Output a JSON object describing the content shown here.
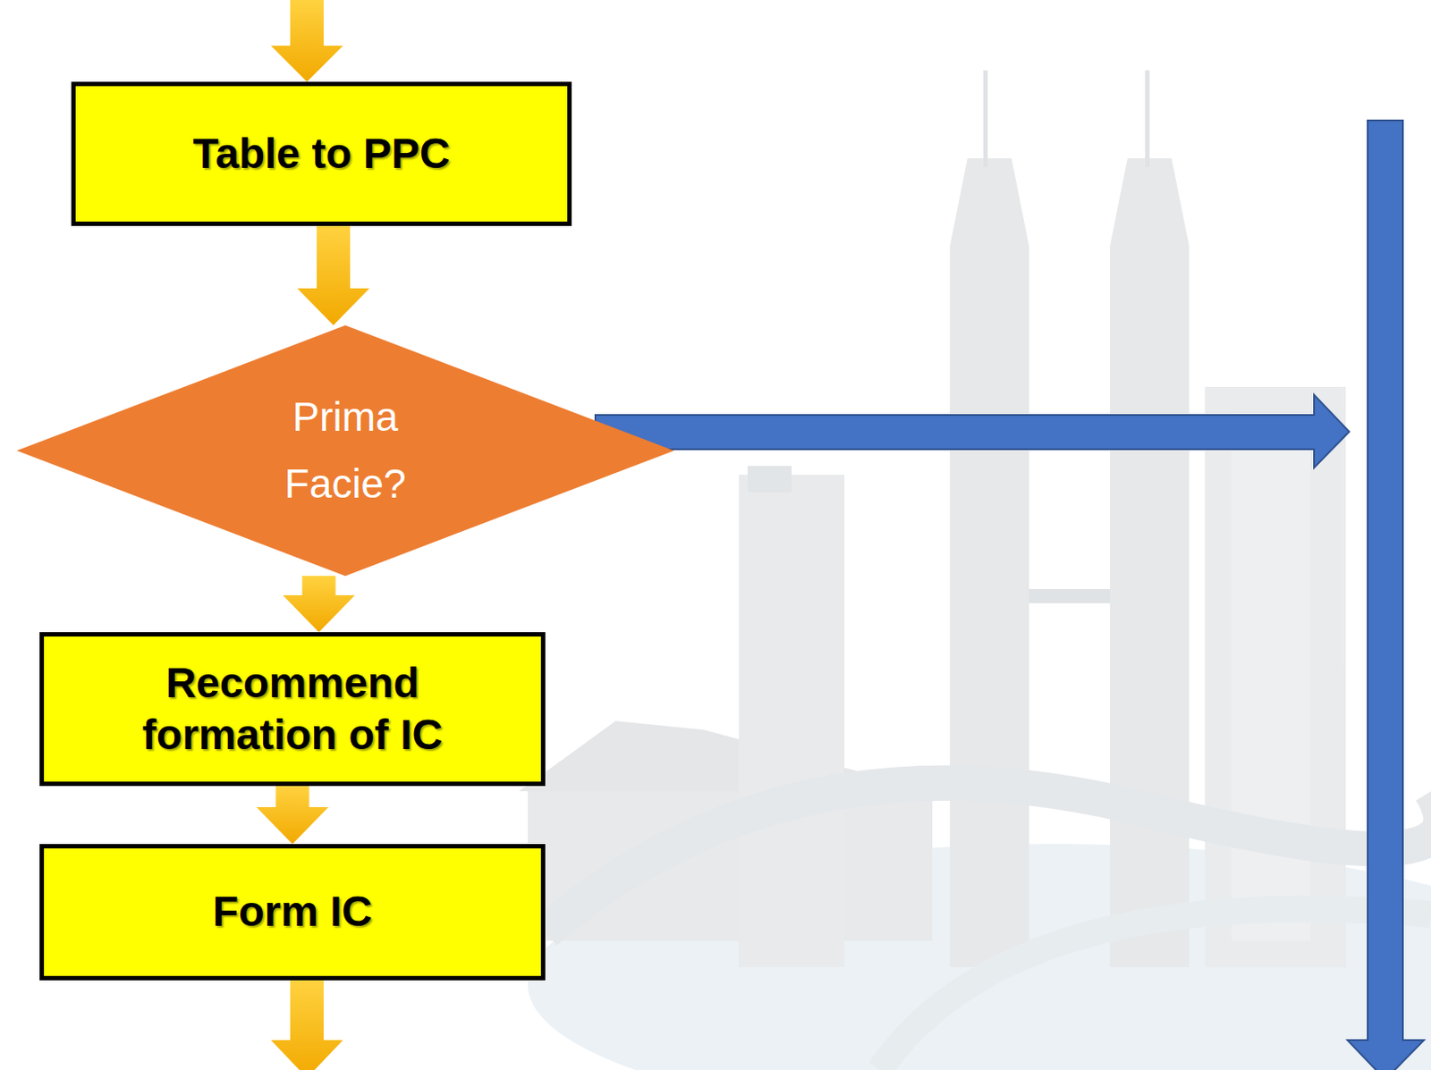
{
  "diagram": {
    "nodes": [
      {
        "text": [
          "Table to PPC"
        ]
      },
      {
        "text": [
          "Prima Facie?"
        ]
      },
      {
        "text": [
          "Recommend formation of IC"
        ]
      },
      {
        "text": [
          "Form IC"
        ]
      }
    ],
    "edges": [
      {
        "from": 0,
        "to": 1,
        "arrow": "to"
      },
      {
        "from": 1,
        "to": 2,
        "arrow": "to"
      },
      {
        "from": 2,
        "to": 3,
        "arrow": "to"
      }
    ]
  }
}
